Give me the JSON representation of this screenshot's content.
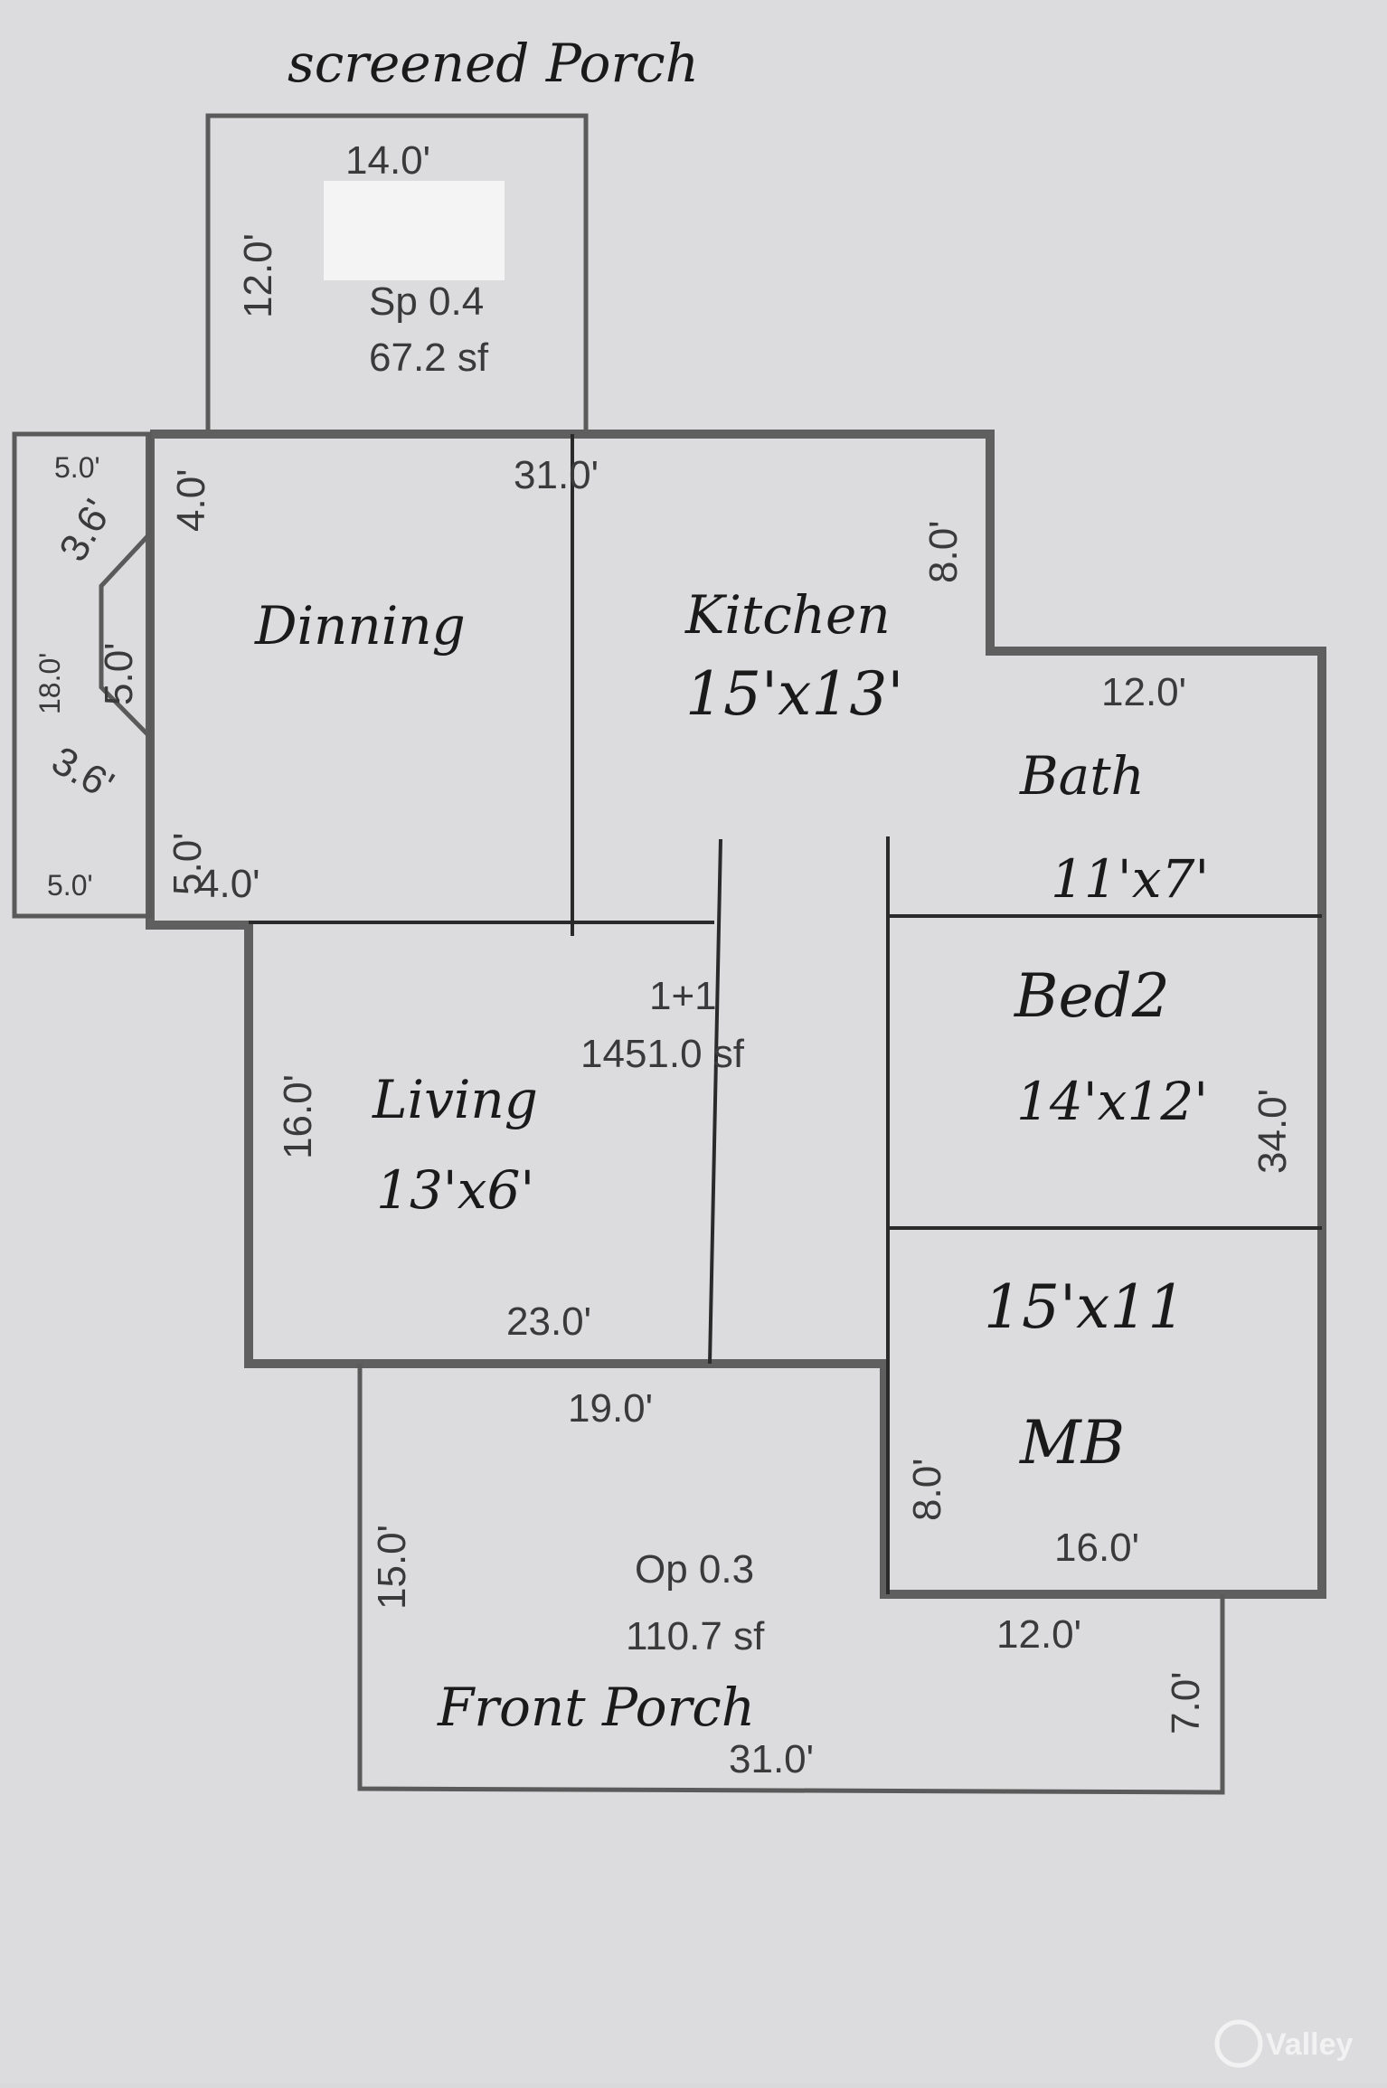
{
  "screened_porch": {
    "title": "screened Porch",
    "width": "14.0'",
    "depth": "12.0'",
    "code": "Sp 0.4",
    "area": "67.2 sf"
  },
  "house": {
    "top_width": "31.0'",
    "kitchen_right_wall": "8.0'",
    "right_step": "12.0'",
    "right_wall": "34.0'",
    "bottom_right": "16.0'",
    "mb_left_wall": "8.0'",
    "living_left_wall": "16.0'",
    "living_bottom": "23.0'",
    "code": "1+1",
    "area": "1451.0 sf"
  },
  "bay": {
    "top_outer": "5.0'",
    "top_inner": "4.0'",
    "upper_angle": "3.6'",
    "middle": "5.0'",
    "height": "18.0'",
    "lower_angle": "3.6'",
    "lower_inner": "5.0'",
    "bottom_outer": "5.0'",
    "bottom_inner": "4.0'"
  },
  "rooms": {
    "dining": "Dinning",
    "kitchen": "Kitchen",
    "kitchen_size": "15'x13'",
    "bath": "Bath",
    "bath_size": "11'x7'",
    "bed2": "Bed2",
    "bed2_size": "14'x12'",
    "living": "Living",
    "living_size": "13'x6'",
    "mb_size": "15'x11",
    "mb": "MB"
  },
  "front_porch": {
    "title": "Front Porch",
    "top": "19.0'",
    "left": "15.0'",
    "code": "Op 0.3",
    "area": "110.7 sf",
    "step": "12.0'",
    "right": "7.0'",
    "bottom": "31.0'"
  },
  "watermark": "Valley"
}
